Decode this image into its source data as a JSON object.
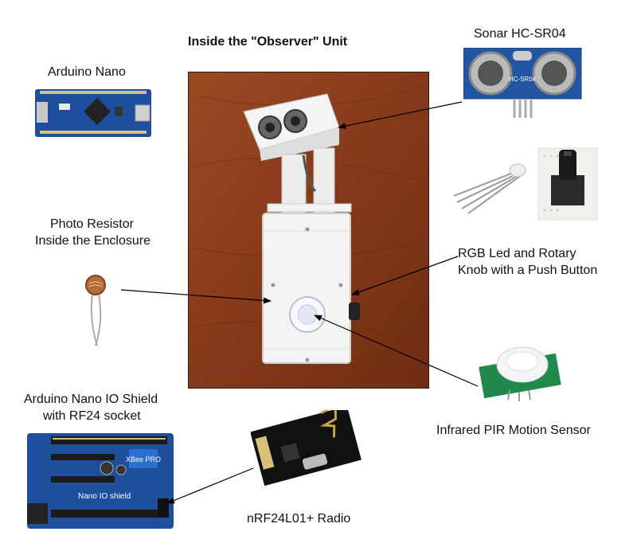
{
  "title": "Inside the \"Observer\" Unit",
  "labels": {
    "arduino_nano": "Arduino Nano",
    "sonar": "Sonar HC-SR04",
    "photo_resistor_1": "Photo Resistor",
    "photo_resistor_2": "Inside the Enclosure",
    "rgb_led_1": "RGB Led and Rotary",
    "rgb_led_2": "Knob with a Push Button",
    "io_shield_1": "Arduino Nano IO Shield",
    "io_shield_2": "with RF24 socket",
    "pir": "Infrared PIR Motion Sensor",
    "radio": "nRF24L01+ Radio"
  },
  "board_text": {
    "sonar_model": "HC-SR04",
    "shield_name": "Nano IO shield",
    "shield_brand": "XBee PRO"
  },
  "colors": {
    "wood": "#8a3f1c",
    "pcb_blue": "#1d4f9e",
    "pcb_green": "#1f8a4c",
    "enclosure": "#f2f2f0",
    "arrow": "#000000"
  }
}
